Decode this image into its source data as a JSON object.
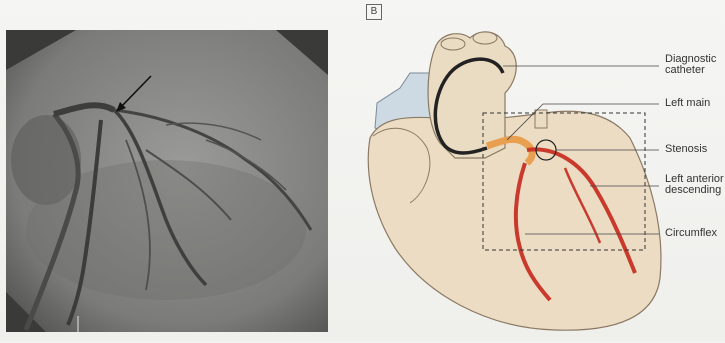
{
  "panel_letter": "B",
  "labels": {
    "diagnostic_catheter_line1": "Diagnostic",
    "diagnostic_catheter_line2": "catheter",
    "left_main": "Left main",
    "stenosis": "Stenosis",
    "lad_line1": "Left anterior",
    "lad_line2": "descending",
    "circumflex": "Circumflex"
  },
  "colors": {
    "heart_fill": "#ecdcc4",
    "vessel_red": "#c93a2c",
    "left_main_orange": "#e8a050",
    "aorta_fill": "#eadcc3",
    "pulmonary_blue": "#cdd9e3",
    "catheter": "#222222"
  }
}
